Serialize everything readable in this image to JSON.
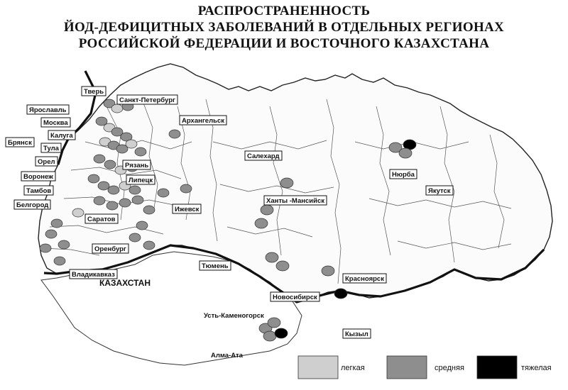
{
  "title": {
    "line1": "РАСПРОСТРАНЕННОСТЬ",
    "line2": "ЙОД-ДЕФИЦИТНЫХ ЗАБОЛЕВАНИЙ В  ОТДЕЛЬНЫХ  РЕГИОНАХ",
    "line3": "РОССИЙСКОЙ   ФЕДЕРАЦИИ И ВОСТОЧНОГО КАЗАХСТАНА"
  },
  "colors": {
    "light": "#cfcfcf",
    "medium": "#8e8e8e",
    "severe": "#000000",
    "border": "#111111"
  },
  "regions": {
    "tver": "Тверь",
    "st_petersburg": "Санкт-Петербург",
    "yaroslavl": "Ярославль",
    "moscow": "Москва",
    "kaluga": "Калуга",
    "bryansk": "Брянск",
    "tula": "Тула",
    "orel": "Орел",
    "ryazan": "Рязань",
    "voronezh": "Воронеж",
    "lipetsk": "Липецк",
    "tambov": "Тамбов",
    "belgorod": "Белгород",
    "saratov": "Саратов",
    "orenburg": "Оренбург",
    "vladikavkaz": "Владикавказ",
    "arkhangelsk": "Архангельск",
    "salekhard": "Салехард",
    "khanty_mansiysk": "Ханты -Мансийск",
    "izhevsk": "Ижевск",
    "tyumen": "Тюмень",
    "nyurba": "Нюрба",
    "yakutsk": "Якутск",
    "krasnoyarsk": "Красноярск",
    "novosibirsk": "Новосибирск",
    "kyzyl": "Кызыл",
    "ust_kamenogorsk": "Усть-Каменогорск",
    "alma_ata": "Алма-Ата"
  },
  "country_label": "КАЗАХСТАН",
  "legend": {
    "light": "легкая",
    "medium": "средняя",
    "severe": "тяжелая"
  },
  "markers": [
    {
      "level": "medium"
    },
    {
      "level": "light"
    },
    {
      "level": "medium"
    },
    {
      "level": "medium"
    },
    {
      "level": "light"
    },
    {
      "level": "medium"
    },
    {
      "level": "medium"
    },
    {
      "level": "light"
    },
    {
      "level": "medium"
    },
    {
      "level": "medium"
    },
    {
      "level": "light"
    },
    {
      "level": "medium"
    },
    {
      "level": "medium"
    },
    {
      "level": "medium"
    },
    {
      "level": "light"
    },
    {
      "level": "medium"
    },
    {
      "level": "medium"
    },
    {
      "level": "medium"
    },
    {
      "level": "medium"
    },
    {
      "level": "light"
    },
    {
      "level": "medium"
    },
    {
      "level": "medium"
    },
    {
      "level": "medium"
    },
    {
      "level": "medium"
    },
    {
      "level": "medium"
    },
    {
      "level": "medium"
    },
    {
      "level": "medium"
    },
    {
      "level": "medium"
    },
    {
      "level": "medium"
    },
    {
      "level": "medium"
    },
    {
      "level": "medium"
    },
    {
      "level": "medium"
    },
    {
      "level": "medium"
    },
    {
      "level": "medium"
    },
    {
      "level": "medium"
    },
    {
      "level": "medium"
    },
    {
      "level": "medium"
    },
    {
      "level": "light"
    },
    {
      "level": "medium"
    },
    {
      "level": "medium"
    },
    {
      "level": "medium"
    },
    {
      "level": "severe"
    },
    {
      "level": "medium"
    },
    {
      "level": "medium"
    },
    {
      "level": "medium"
    },
    {
      "level": "medium"
    },
    {
      "level": "severe"
    },
    {
      "level": "medium"
    },
    {
      "level": "medium"
    },
    {
      "level": "medium"
    },
    {
      "level": "medium"
    },
    {
      "level": "severe"
    }
  ]
}
